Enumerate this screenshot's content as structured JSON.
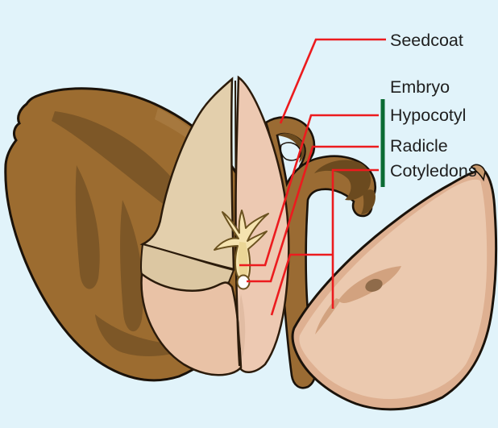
{
  "diagram": {
    "labels": {
      "seedcoat": "Seedcoat",
      "embryo": "Embryo",
      "hypocotyl": "Hypocotyl",
      "radicle": "Radicle",
      "cotyledons": "Cotyledons"
    },
    "colors": {
      "background": "#e1f3fa",
      "label_text": "#1f1f1f",
      "embryo_green": "#1e7e3d",
      "bracket_green": "#0b6b33",
      "line_red": "#ec1b1e",
      "outline": "#1a120a",
      "seedcoat_brown": "#9c6c30",
      "seedcoat_shadow": "#7d5727",
      "strip_brown": "#9a6b33",
      "strip_shadow": "#6b4a1f",
      "seed_left_tan": "#e3cfac",
      "seed_right_pink": "#edc9b2",
      "cut_face": "#dcc7a2",
      "seed_bottom": "#e9c2a6",
      "cotyledon_face": "#ebc9af",
      "cotyledon_rim": "#deb091",
      "embryo_yellow": "#f5e3b0",
      "imprint": "#d2a27f",
      "imprint_spot": "#8f6b4a"
    }
  }
}
